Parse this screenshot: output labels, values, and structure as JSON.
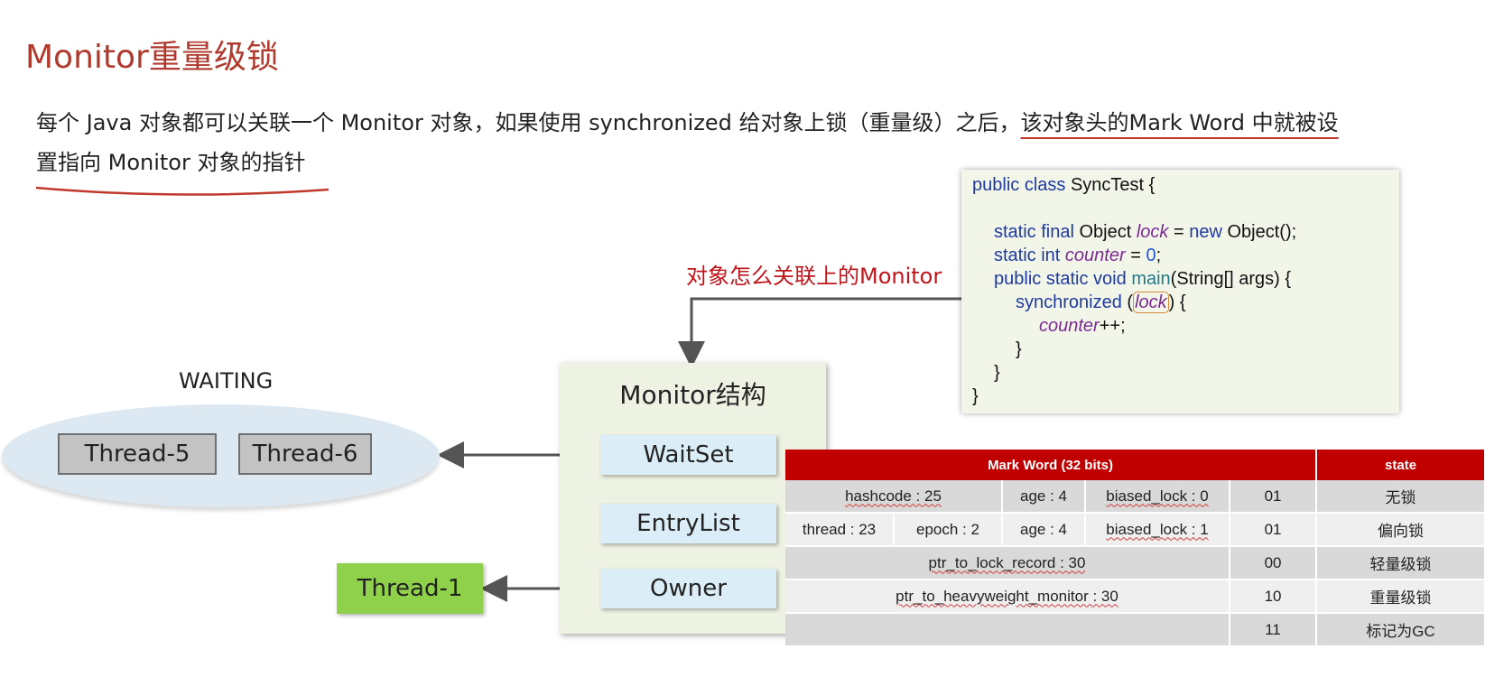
{
  "slide": {
    "title": "Monitor重量级锁",
    "paragraph_part1": "每个 Java 对象都可以关联一个 Monitor 对象，如果使用 synchronized 给对象上锁（重量级）之后，",
    "paragraph_highlight_a": "该对象头的Mark Word 中就被设",
    "paragraph_highlight_b": "置指向 Monitor 对象的指针",
    "question": "对象怎么关联上的Monitor"
  },
  "code": {
    "l1_kw": "public class",
    "l1_rest": " SyncTest {",
    "l2_kw": "static final",
    "l2_type": " Object ",
    "l2_field": "lock",
    "l2_eq": " = ",
    "l2_new": "new",
    "l2_rest": " Object();",
    "l3_kw": "static int",
    "l3_field": "counter",
    "l3_eq": " = ",
    "l3_num": "0",
    "l3_end": ";",
    "l4_kw": "public static void",
    "l4_method": "main",
    "l4_rest": "(String[] args) {",
    "l5_kw": "synchronized",
    "l5_open": " (",
    "l5_field": "lock",
    "l5_close": ") {",
    "l6_field": "counter",
    "l6_rest": "++;",
    "close_brace": "}"
  },
  "monitor": {
    "title": "Monitor结构",
    "waitset": "WaitSet",
    "entrylist": "EntryList",
    "owner": "Owner"
  },
  "waiting": {
    "label": "WAITING",
    "threads": [
      "Thread-5",
      "Thread-6"
    ]
  },
  "owner_thread": "Thread-1",
  "markword": {
    "header": "Mark Word (32 bits)",
    "state_header": "state",
    "row1": {
      "hashcode": "hashcode : 25",
      "age": "age : 4",
      "biased": "biased_lock : 0",
      "bits": "01",
      "state": "无锁"
    },
    "row2": {
      "thread": "thread : 23",
      "epoch": "epoch : 2",
      "age": "age : 4",
      "biased": "biased_lock : 1",
      "bits": "01",
      "state": "偏向锁"
    },
    "row3": {
      "ptr": "ptr_to_lock_record : 30",
      "bits": "00",
      "state": "轻量级锁"
    },
    "row4": {
      "ptr": "ptr_to_heavyweight_monitor : 30",
      "bits": "10",
      "state": "重量级锁"
    },
    "row5": {
      "bits": "11",
      "state": "标记为GC"
    }
  },
  "colors": {
    "title": "#b03a2e",
    "question": "#c0161b",
    "table_header": "#c00000",
    "thread_owner": "#8fd14a"
  }
}
